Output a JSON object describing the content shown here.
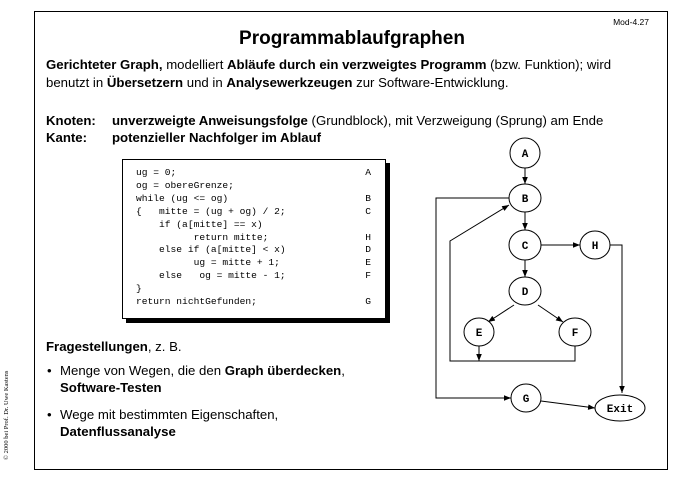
{
  "slide": {
    "id": "Mod-4.27",
    "copyright": "© 2000 bei Prof. Dr. Uwe Kastens",
    "title": "Programmablaufgraphen"
  },
  "intro": {
    "term": "Gerichteter Graph,",
    "t1": " modelliert ",
    "b1": "Abläufe durch ein verzweigtes Programm",
    "t2": " (bzw. Funktion); wird benutzt in ",
    "b2": "Übersetzern",
    "t3": " und in ",
    "b3": "Analysewerkzeugen",
    "t4": " zur Software-Entwicklung."
  },
  "definitions": [
    {
      "term": "Knoten:",
      "bold": "unverzweigte Anweisungsfolge",
      "rest": " (Grundblock), mit Verzweigung (Sprung) am Ende"
    },
    {
      "term": "Kante:",
      "bold": "potenzieller Nachfolger im Ablauf",
      "rest": ""
    }
  ],
  "code": [
    {
      "text": "ug = 0;",
      "label": "A"
    },
    {
      "text": "og = obereGrenze;",
      "label": ""
    },
    {
      "text": "while (ug <= og)",
      "label": "B"
    },
    {
      "text": "{   mitte = (ug + og) / 2;",
      "label": "C"
    },
    {
      "text": "    if (a[mitte] == x)",
      "label": ""
    },
    {
      "text": "          return mitte;",
      "label": "H"
    },
    {
      "text": "    else if (a[mitte] < x)",
      "label": "D"
    },
    {
      "text": "          ug = mitte + 1;",
      "label": "E"
    },
    {
      "text": "    else   og = mitte - 1;",
      "label": "F"
    },
    {
      "text": "}",
      "label": ""
    },
    {
      "text": "return nichtGefunden;",
      "label": "G"
    }
  ],
  "questions": {
    "head_bold": "Fragestellungen",
    "head_rest": ", z. B.",
    "bullet": "•",
    "items": [
      {
        "t1": "Menge von Wegen, die den ",
        "b1": "Graph überdecken",
        "t2": ",",
        "b2": "Software-Testen"
      },
      {
        "t1": "Wege mit bestimmten Eigenschaften,",
        "b1": "",
        "t2": "",
        "b2": "Datenflussanalyse"
      }
    ]
  },
  "graph": {
    "nodes": [
      "A",
      "B",
      "C",
      "H",
      "D",
      "E",
      "F",
      "G",
      "Exit"
    ]
  }
}
